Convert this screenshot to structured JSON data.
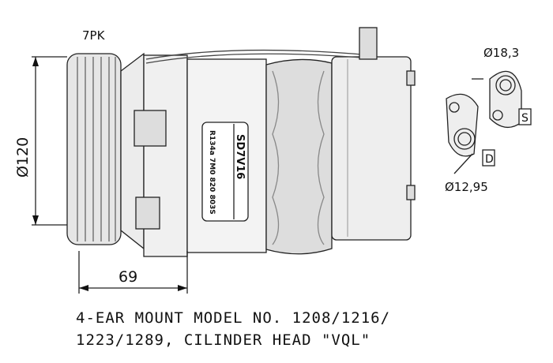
{
  "labels": {
    "belt": "7PK",
    "diameter_pulley": "Ø120",
    "depth": "69",
    "port_s_diameter": "Ø18,3",
    "port_d_diameter": "Ø12,95",
    "port_s": "S",
    "port_d": "D",
    "plate_model": "SD7V16",
    "plate_info": "R134a 7M0 820 803S"
  },
  "caption": {
    "line1": "4-EAR MOUNT MODEL NO. 1208/1216/",
    "line2": "1223/1289, CILINDER HEAD \"VQL\""
  }
}
